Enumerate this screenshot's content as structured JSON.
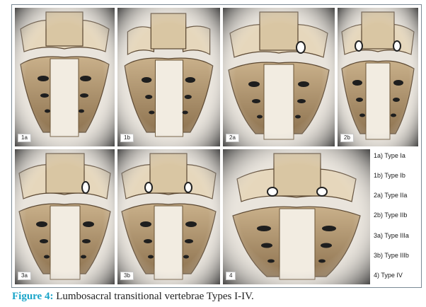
{
  "panels": [
    {
      "id": "1a",
      "label": "1a"
    },
    {
      "id": "1b",
      "label": "1b"
    },
    {
      "id": "2a",
      "label": "2a"
    },
    {
      "id": "2b",
      "label": "2b"
    },
    {
      "id": "3a",
      "label": "3a"
    },
    {
      "id": "3b",
      "label": "3b"
    },
    {
      "id": "4",
      "label": "4"
    }
  ],
  "legend": [
    "1a) Type Ia",
    "1b) Type Ib",
    "2a) Type IIa",
    "2b) Type IIb",
    "3a) Type IIIa",
    "3b) Type IIIb",
    "4) Type IV"
  ],
  "caption": {
    "prefix": "Figure 4:",
    "text": " Lumbosacral transitional vertebrae Types I-IV."
  },
  "colors": {
    "fig_label": "#1aa5c9",
    "frame": "#7b8a95",
    "sepia": "#9a7b55"
  }
}
